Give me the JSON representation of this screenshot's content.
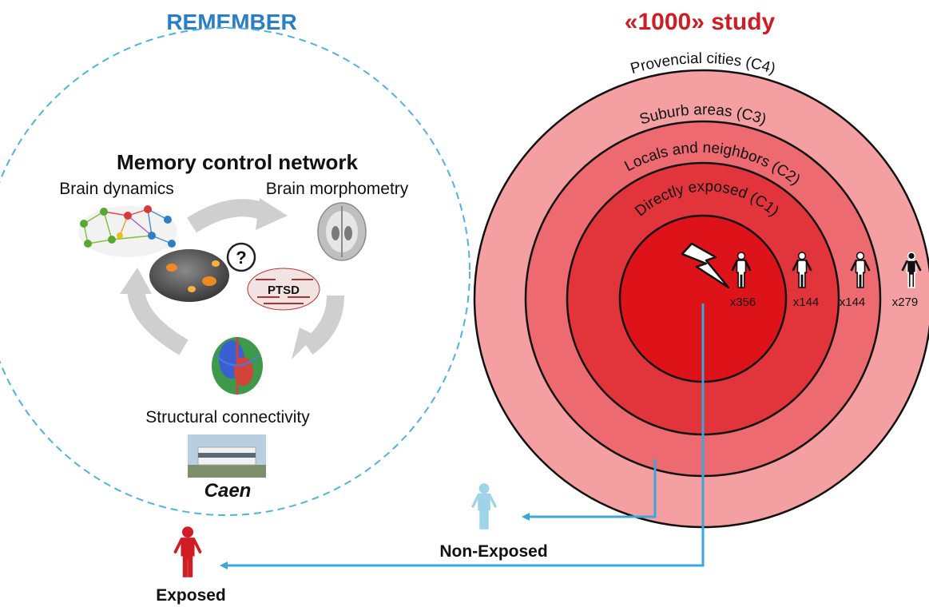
{
  "left_panel": {
    "title": "REMEMBER",
    "title_color": "#2a7fc4",
    "network_title": "Memory control network",
    "brain_dynamics": "Brain dynamics",
    "brain_morphometry": "Brain morphometry",
    "question_mark": "?",
    "ptsd_word": "PTSD",
    "structural_connectivity": "Structural connectivity",
    "site": "Caen"
  },
  "right_panel": {
    "title": "«1000» study",
    "title_color": "#d01c24",
    "rings": [
      {
        "label": "Provencial cities (C4)",
        "color": "#f4a0a3"
      },
      {
        "label": "Suburb areas (C3)",
        "color": "#ec6a70"
      },
      {
        "label": "Locals and neighbors (C2)",
        "color": "#e2343b"
      },
      {
        "label": "Directly exposed (C1)",
        "color": "#dd1319"
      }
    ],
    "counts": [
      "x356",
      "x144",
      "x144",
      "x279"
    ],
    "lightning_icon": "lightning-bolt-icon"
  },
  "outcomes": {
    "non_exposed": "Non-Exposed",
    "non_exposed_color": "#9fd3ea",
    "exposed": "Exposed",
    "exposed_color": "#d01c24",
    "arrow_color": "#3aa6dc"
  }
}
